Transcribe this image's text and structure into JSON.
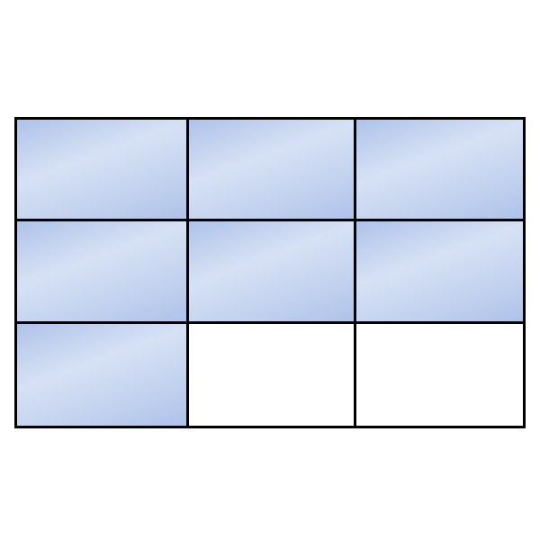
{
  "grid": {
    "rows": 3,
    "columns": 3,
    "cells": [
      {
        "filled": true
      },
      {
        "filled": true
      },
      {
        "filled": true
      },
      {
        "filled": true
      },
      {
        "filled": true
      },
      {
        "filled": true
      },
      {
        "filled": true
      },
      {
        "filled": false
      },
      {
        "filled": false
      }
    ],
    "filled_count": 7,
    "total_count": 9
  },
  "colors": {
    "fill_dark": "#aec2e9",
    "fill_light": "#d6e1f4",
    "empty": "#ffffff",
    "border": "#000000"
  }
}
